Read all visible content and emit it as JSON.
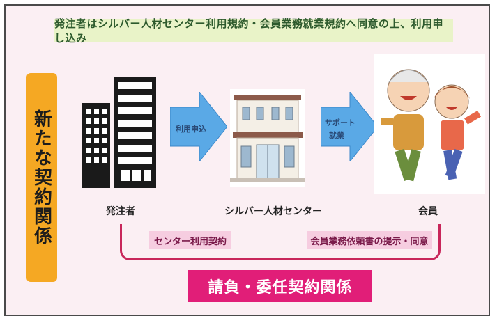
{
  "banner": {
    "text": "発注者はシルバー人材センター利用規約・会員業務就業規約へ同意の上、利用申し込み"
  },
  "side_label": {
    "text": "新たな契約関係"
  },
  "arrows": [
    {
      "label_lines": [
        "利用申込"
      ]
    },
    {
      "label_lines": [
        "サポート",
        "就業"
      ]
    }
  ],
  "nodes": [
    {
      "label": "発注者"
    },
    {
      "label": "シルバー人材センター"
    },
    {
      "label": "会員"
    }
  ],
  "contracts": [
    {
      "label": "センター利用契約"
    },
    {
      "label": "会員業務依頼書の提示・同意"
    }
  ],
  "bottom": {
    "text": "請負・委任契約関係"
  },
  "colors": {
    "banner_bg": "#e9f3c8",
    "side_bg": "#f5a823",
    "arrow": "#5aa9e6",
    "pill_bg": "#f6cde0",
    "bracket": "#c8265a",
    "bottom_bg": "#e11e78"
  }
}
